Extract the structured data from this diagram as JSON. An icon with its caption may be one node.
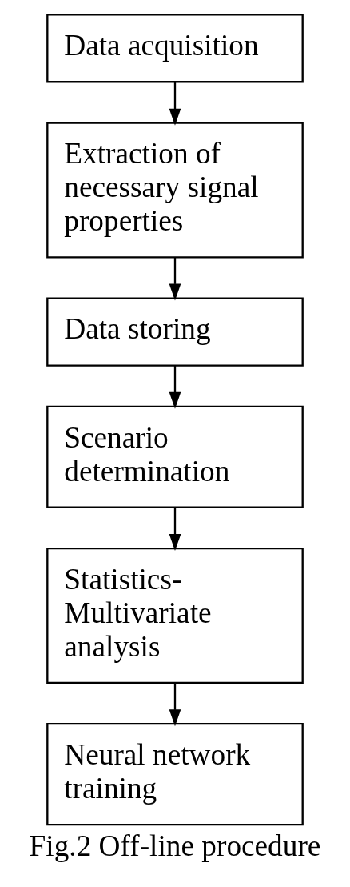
{
  "diagram": {
    "caption": "Fig.2 Off-line procedure",
    "nodes": [
      {
        "text": [
          "Data acquisition"
        ]
      },
      {
        "text": [
          "Extraction of necessary signal properties"
        ]
      },
      {
        "text": [
          "Data storing"
        ]
      },
      {
        "text": [
          "Scenario determination"
        ]
      },
      {
        "text": [
          "Statistics-Multivariate analysis"
        ]
      },
      {
        "text": [
          "Neural network training"
        ]
      }
    ],
    "edges": [
      {
        "from": 0,
        "to": 1,
        "arrow": "to"
      },
      {
        "from": 1,
        "to": 2,
        "arrow": "to"
      },
      {
        "from": 2,
        "to": 3,
        "arrow": "to"
      },
      {
        "from": 3,
        "to": 4,
        "arrow": "to"
      },
      {
        "from": 4,
        "to": 5,
        "arrow": "to"
      }
    ]
  }
}
